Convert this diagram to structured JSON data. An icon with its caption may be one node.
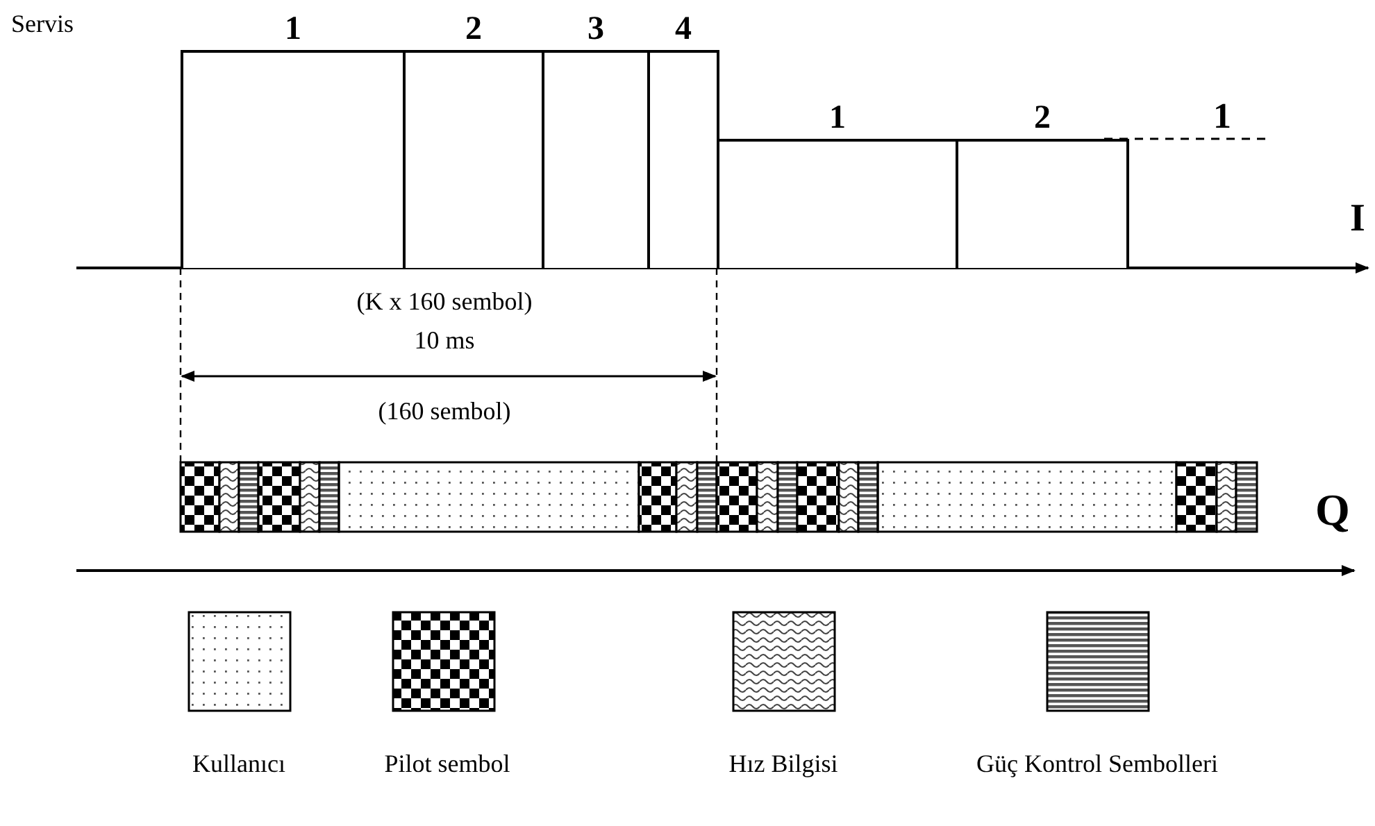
{
  "diagram": {
    "nodes": [
      {
        "text": [
          "1"
        ]
      },
      {
        "text": [
          "2"
        ]
      },
      {
        "text": [
          "3"
        ]
      },
      {
        "text": [
          "4"
        ]
      },
      {
        "text": [
          "1"
        ]
      },
      {
        "text": [
          "2"
        ]
      }
    ],
    "labels": [
      "Servis",
      "1",
      "I",
      "(K x 160 sembol)",
      "10 ms",
      "(160 sembol)",
      "Q"
    ],
    "legend": [
      {
        "text": "Kullanıcı"
      },
      {
        "text": "Pilot sembol"
      },
      {
        "text": "Hız Bilgisi"
      },
      {
        "text": "Güç Kontrol Sembolleri"
      }
    ]
  }
}
